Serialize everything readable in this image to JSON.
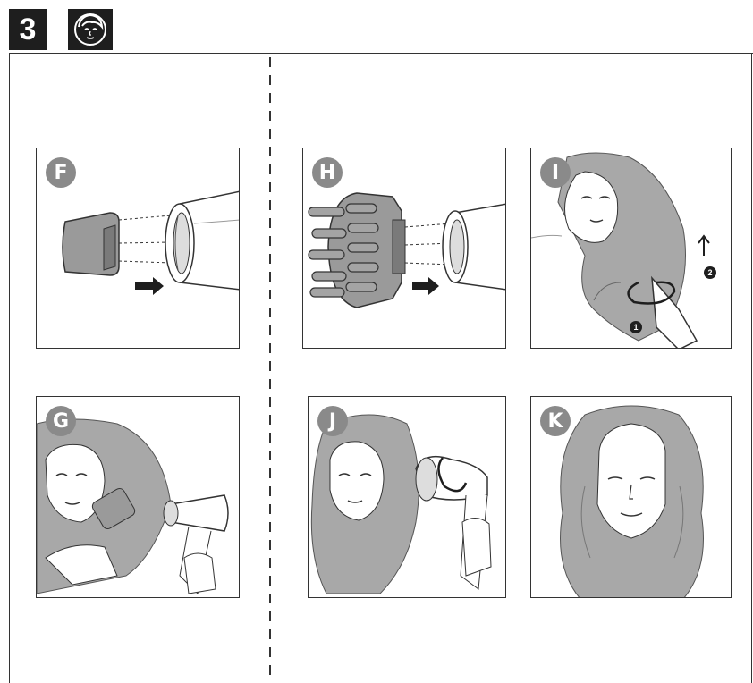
{
  "header": {
    "step_number": "3",
    "face_icon": "woman-face-icon"
  },
  "panels": [
    {
      "id": "F",
      "label": "F",
      "content": "concentrator-nozzle-attach"
    },
    {
      "id": "H",
      "label": "H",
      "content": "diffuser-attach"
    },
    {
      "id": "I",
      "label": "I",
      "content": "diffuser-curl-styling",
      "steps": [
        "1",
        "2"
      ]
    },
    {
      "id": "G",
      "label": "G",
      "content": "brush-blow-dry"
    },
    {
      "id": "J",
      "label": "J",
      "content": "diffuser-drying"
    },
    {
      "id": "K",
      "label": "K",
      "content": "finished-curls"
    }
  ],
  "colors": {
    "ink": "#1e1e1e",
    "hair": "#a8a8a8",
    "badge": "#8a8a8a",
    "line": "#333333"
  }
}
